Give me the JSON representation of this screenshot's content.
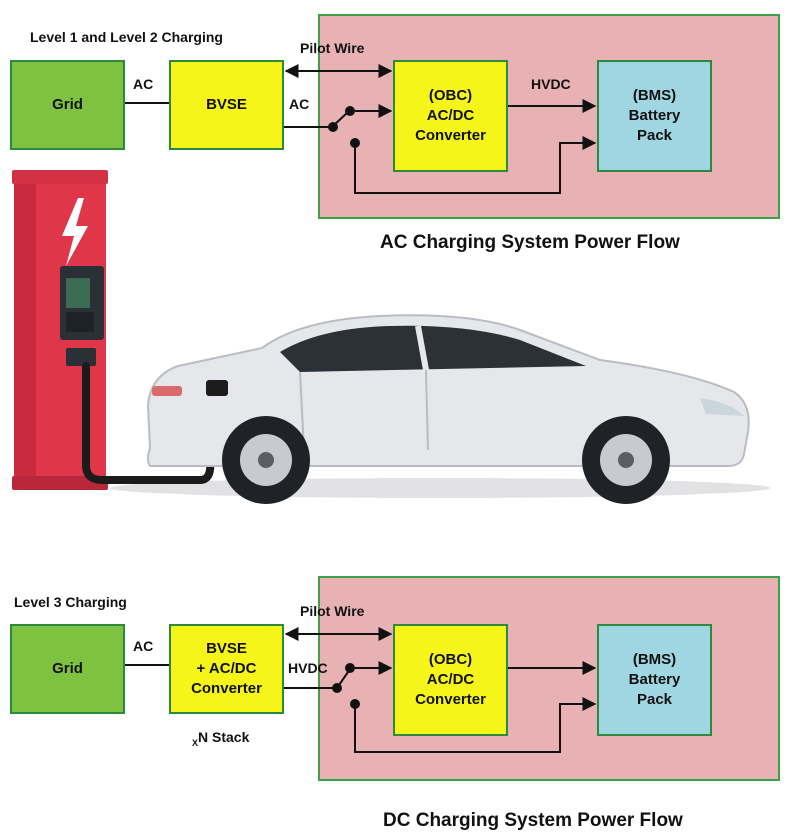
{
  "ac_section": {
    "heading": "Level 1 and Level 2 Charging",
    "grid": "Grid",
    "ac_label_1": "AC",
    "bvse": "BVSE",
    "ac_label_2": "AC",
    "pilot_wire": "Pilot Wire",
    "obc": "(OBC)\nAC/DC\nConverter",
    "hvdc": "HVDC",
    "bms": "(BMS)\nBattery\nPack",
    "caption": "AC Charging System Power Flow"
  },
  "dc_section": {
    "heading": "Level 3 Charging",
    "grid": "Grid",
    "ac_label": "AC",
    "bvse": "BVSE\n+ AC/DC\nConverter",
    "stack_sub": "X",
    "stack_label": "N Stack",
    "pilot_wire": "Pilot Wire",
    "hvdc": "HVDC",
    "obc": "(OBC)\nAC/DC\nConverter",
    "bms": "(BMS)\nBattery\nPack",
    "caption": "DC Charging System Power Flow"
  },
  "colors": {
    "grid_box": "#7fc241",
    "converter_box": "#f6f51a",
    "battery_box": "#9fd6e2",
    "vehicle_zone": "#e8b1b3",
    "zone_border": "#3aa34a",
    "charger": "#e0364a",
    "car_body": "#e6e7ea"
  },
  "icons": [
    "lightning-bolt-icon",
    "charging-station-icon",
    "electric-car-icon"
  ]
}
